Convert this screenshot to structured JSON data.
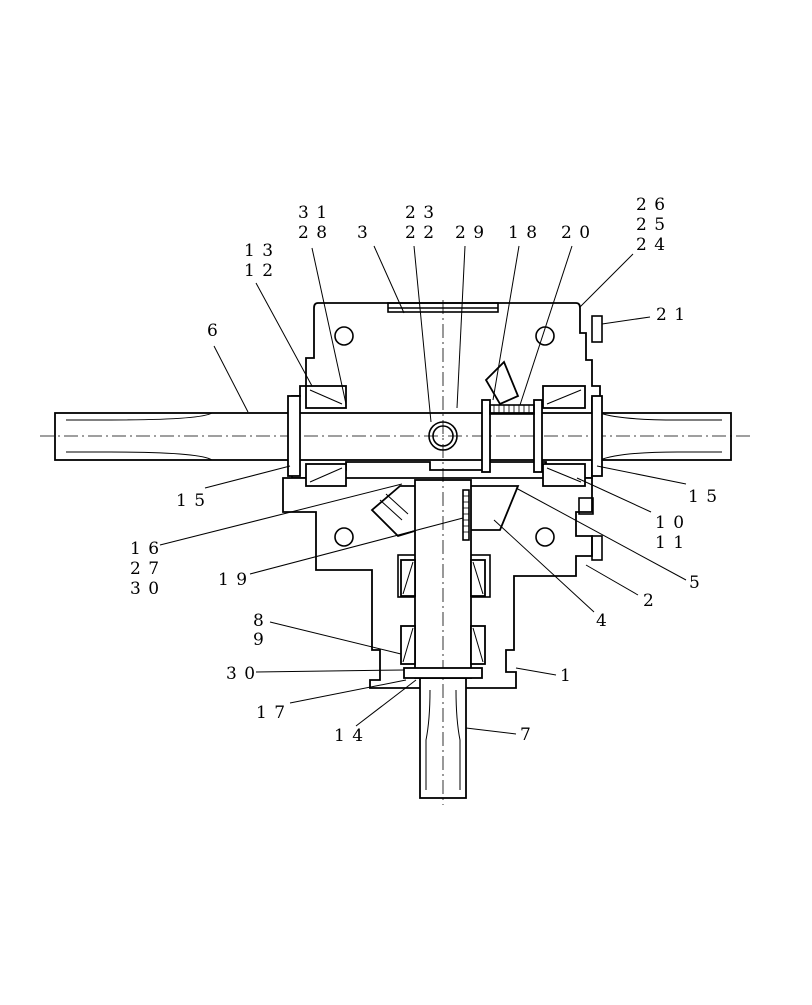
{
  "diagram": {
    "callouts": [
      {
        "id": "c31_28",
        "lines": [
          "3 1",
          "2 8"
        ]
      },
      {
        "id": "c3",
        "lines": [
          "3"
        ]
      },
      {
        "id": "c23_22",
        "lines": [
          "2 3",
          "2 2"
        ]
      },
      {
        "id": "c29",
        "lines": [
          "2 9"
        ]
      },
      {
        "id": "c18",
        "lines": [
          "1 8"
        ]
      },
      {
        "id": "c20",
        "lines": [
          "2 0"
        ]
      },
      {
        "id": "c26_25_24",
        "lines": [
          "2 6",
          "2 5",
          "2 4"
        ]
      },
      {
        "id": "c13_12",
        "lines": [
          "1 3",
          "1 2"
        ]
      },
      {
        "id": "c6",
        "lines": [
          "6"
        ]
      },
      {
        "id": "c21",
        "lines": [
          "2 1"
        ]
      },
      {
        "id": "c15_left",
        "lines": [
          "1 5"
        ]
      },
      {
        "id": "c15_right",
        "lines": [
          "1 5"
        ]
      },
      {
        "id": "c10_11",
        "lines": [
          "1 0",
          "1 1"
        ]
      },
      {
        "id": "c16_27_30",
        "lines": [
          "1 6",
          "2 7",
          "3 0"
        ]
      },
      {
        "id": "c19",
        "lines": [
          "1 9"
        ]
      },
      {
        "id": "c5",
        "lines": [
          "5"
        ]
      },
      {
        "id": "c2",
        "lines": [
          "2"
        ]
      },
      {
        "id": "c4",
        "lines": [
          "4"
        ]
      },
      {
        "id": "c8_9",
        "lines": [
          "8",
          "9"
        ]
      },
      {
        "id": "c30",
        "lines": [
          "3 0"
        ]
      },
      {
        "id": "c1",
        "lines": [
          "1"
        ]
      },
      {
        "id": "c17",
        "lines": [
          "1 7"
        ]
      },
      {
        "id": "c14",
        "lines": [
          "1 4"
        ]
      },
      {
        "id": "c7",
        "lines": [
          "7"
        ]
      }
    ]
  }
}
